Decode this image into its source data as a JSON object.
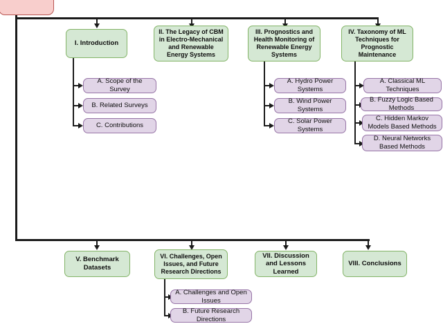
{
  "diagram": {
    "title": "Survey paper structure flowchart",
    "colors": {
      "green_fill": "#d5e8d4",
      "green_stroke": "#82b366",
      "purple_fill": "#e1d5e7",
      "purple_stroke": "#9673a6",
      "pink_fill": "#f8cecc",
      "pink_stroke": "#b85450",
      "connector": "#1a1a1a",
      "background": "#ffffff"
    },
    "root": {
      "label": ""
    },
    "sections": [
      {
        "id": "intro",
        "label": "I. Introduction",
        "children": [
          {
            "id": "intro-a",
            "label": "A.  Scope of the Survey"
          },
          {
            "id": "intro-b",
            "label": "B. Related Surveys"
          },
          {
            "id": "intro-c",
            "label": "C. Contributions"
          }
        ]
      },
      {
        "id": "legacy-cbm",
        "label": "II.  The Legacy of  CBM in Electro-Mechanical and Renewable Energy Systems",
        "children": []
      },
      {
        "id": "prognostics",
        "label": "III. Prognostics and Health Monitoring of Renewable Energy Systems",
        "children": [
          {
            "id": "prog-a",
            "label": "A. Hydro Power Systems"
          },
          {
            "id": "prog-b",
            "label": "B. Wind Power Systems"
          },
          {
            "id": "prog-c",
            "label": "C. Solar Power Systems"
          }
        ]
      },
      {
        "id": "taxonomy",
        "label": "IV. Taxonomy of ML Techniques for Prognostic Maintenance",
        "children": [
          {
            "id": "tax-a",
            "label": "A.  Classical ML  Techniques"
          },
          {
            "id": "tax-b",
            "label": "B. Fuzzy Logic  Based Methods"
          },
          {
            "id": "tax-c",
            "label": "C. Hidden Markov Models Based Methods"
          },
          {
            "id": "tax-d",
            "label": "D. Neural Networks Based Methods"
          }
        ]
      },
      {
        "id": "benchmark",
        "label": "V. Benchmark Datasets",
        "children": []
      },
      {
        "id": "challenges",
        "label": "VI. Challenges, Open Issues, and Future Research Directions",
        "children": [
          {
            "id": "chal-a",
            "label": "A. Challenges and Open Issues"
          },
          {
            "id": "chal-b",
            "label": "B. Future Research Directions"
          }
        ]
      },
      {
        "id": "discussion",
        "label": "VII. Discussion and Lessons Learned",
        "children": []
      },
      {
        "id": "conclusions",
        "label": "VIII. Conclusions",
        "children": []
      }
    ]
  }
}
